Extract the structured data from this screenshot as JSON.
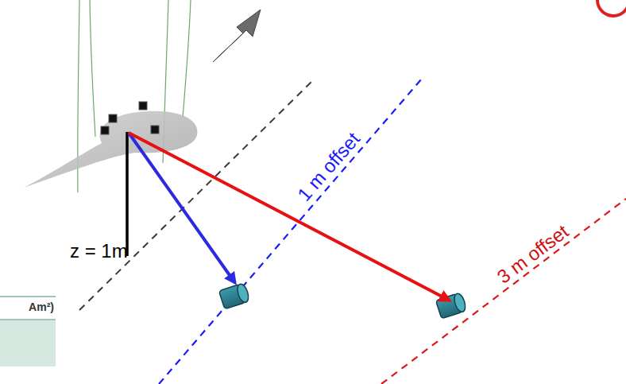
{
  "diagram": {
    "labels": [
      "z = 1m",
      "1 m offset",
      "3 m offset",
      "Am²)"
    ]
  }
}
